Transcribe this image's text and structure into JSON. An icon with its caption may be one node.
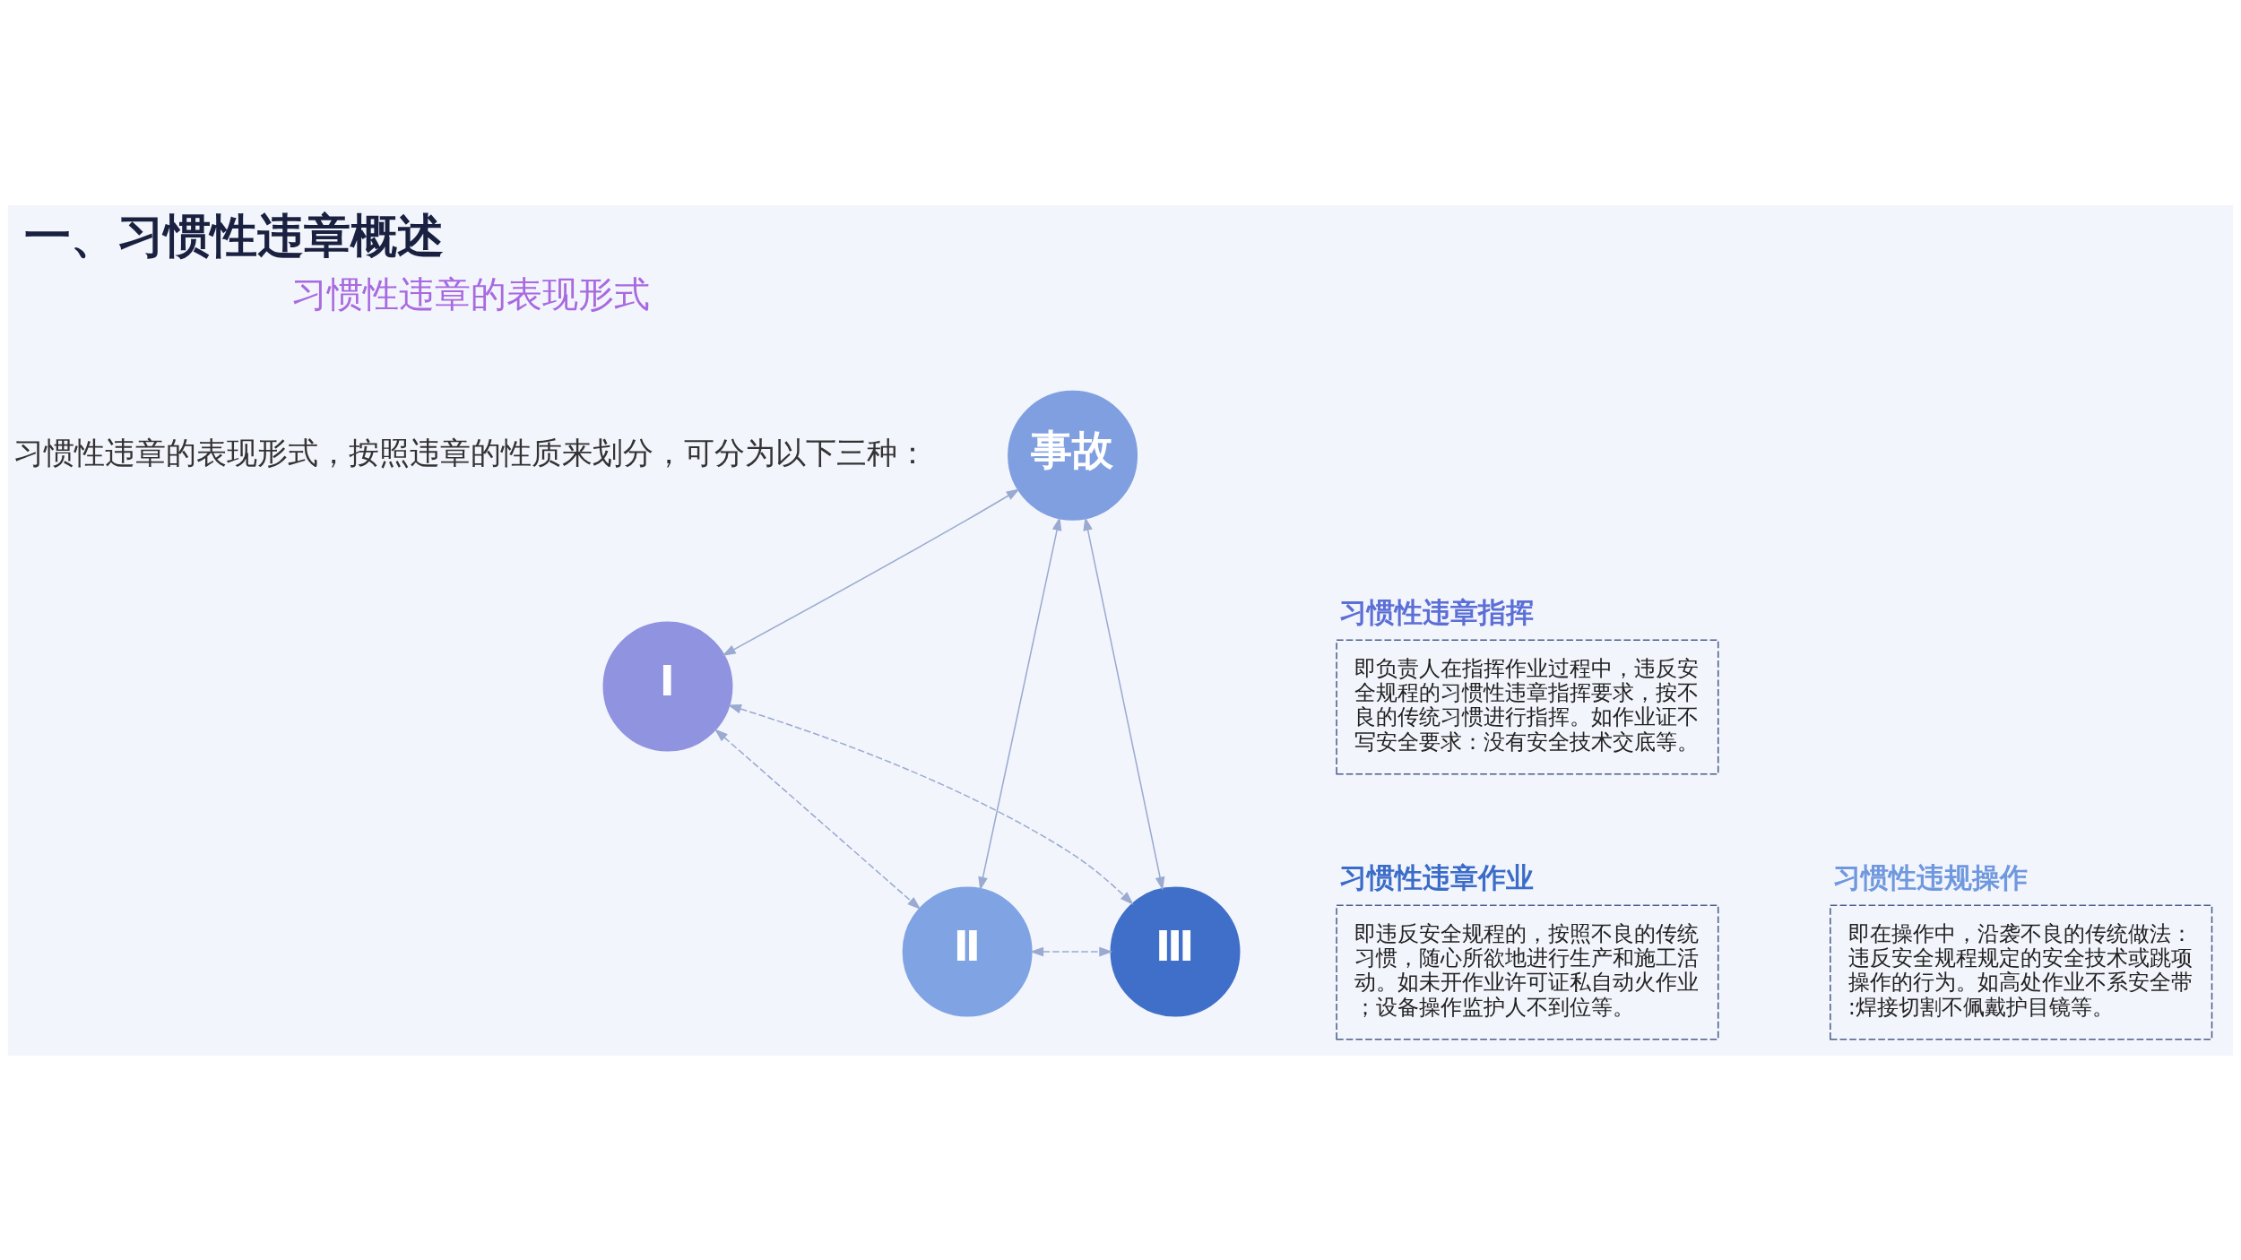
{
  "diagram": {
    "title": "一、习惯性违章概述",
    "nodes": [
      {
        "text": [
          "事故"
        ]
      },
      {
        "text": [
          "Ⅰ"
        ]
      },
      {
        "text": [
          "Ⅱ"
        ]
      },
      {
        "text": [
          "Ⅲ"
        ]
      },
      {
        "text": [
          "习惯性违章指挥",
          "即负责人在指挥作业过程中，违反安全规程的习惯性违章指挥要求，按不良的传统习惯进行指挥。如作业证不写安全要求：没有安全技术交底等。"
        ]
      },
      {
        "text": [
          "习惯性违规操作",
          "即在操作中，沿袭不良的传统做法：违反安全规程规定的安全技术或跳项操作的行为。如高处作业不系安全带:焊接切割不佩戴护目镜等。"
        ]
      },
      {
        "text": [
          "习惯性违章作业",
          "即违反安全规程的，按照不良的传统习惯，随心所欲地进行生产和施工活动。如未开作业许可证私自动火作业；设备操作监护人不到位等。"
        ]
      }
    ],
    "edges": [
      {
        "from": 0,
        "to": 1,
        "arrow": "both"
      },
      {
        "from": 0,
        "to": 2,
        "arrow": "both"
      },
      {
        "from": 0,
        "to": 3,
        "arrow": "both"
      },
      {
        "from": 1,
        "to": 2,
        "arrow": "both",
        "style": "dashed"
      },
      {
        "from": 1,
        "to": 3,
        "arrow": "both",
        "style": "dashed"
      },
      {
        "from": 2,
        "to": 3,
        "arrow": "both",
        "style": "dashed"
      }
    ],
    "labels": [
      "习惯性违章的表现形式",
      "习惯性违章的表现形式，按照违章的性质来划分，可分为以下三种："
    ]
  }
}
